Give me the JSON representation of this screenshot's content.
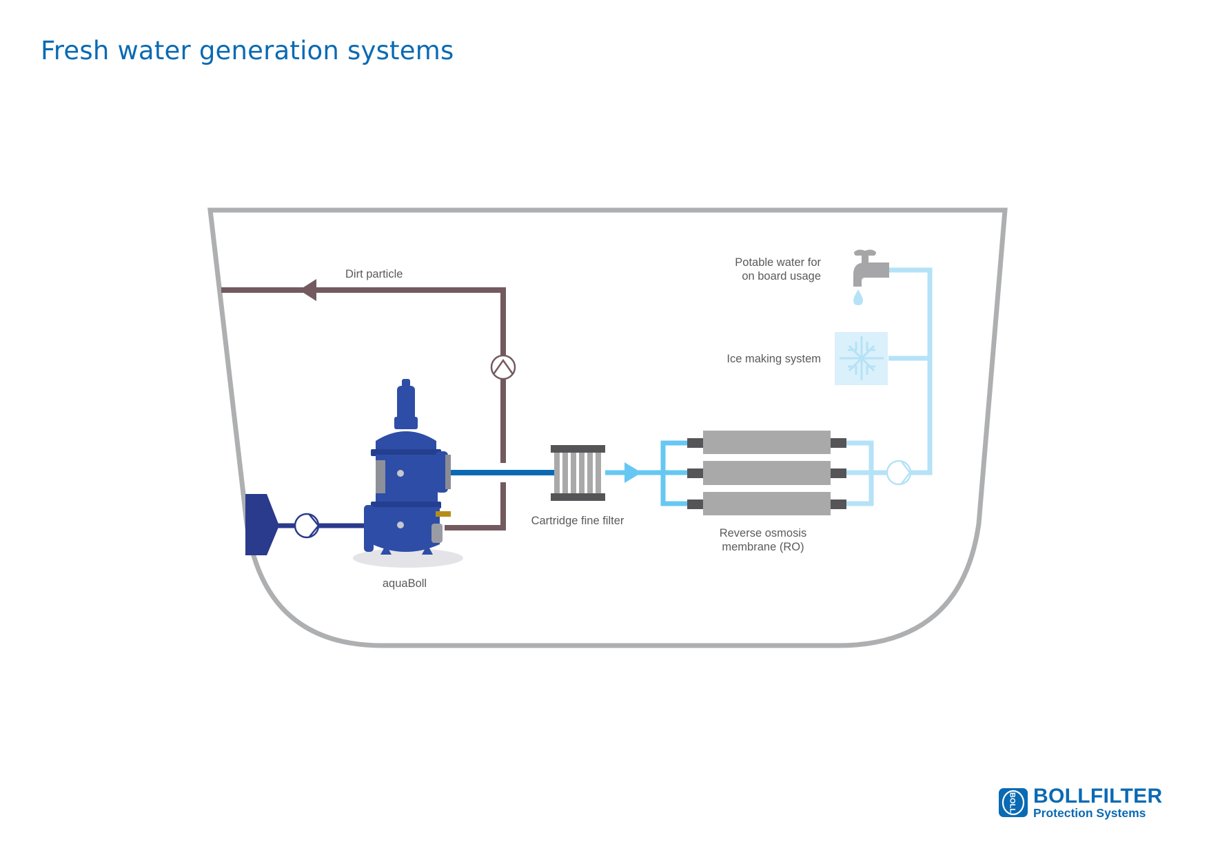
{
  "title": "Fresh water generation systems",
  "colors": {
    "title": "#0a6ab3",
    "hull": "#aeafb1",
    "dirt_line": "#735a5f",
    "seawater_line": "#2a3a8c",
    "filtered_line": "#0a6ab3",
    "fine_filtered_line": "#66c8f2",
    "fresh_water_line": "#b5e2f7",
    "ice_box": "#daf0fb",
    "ro_membrane": "#a9a9aa",
    "ro_connector": "#555557",
    "filter_cap": "#555557",
    "filter_slat": "#a9a9aa",
    "tap": "#a6a6a8",
    "label_text": "#5a5a5a",
    "filter_body": "#2e4da6",
    "logo": "#0a6ab3"
  },
  "labels": {
    "dirt_particle": "Dirt particle",
    "potable_water_line1": "Potable water for",
    "potable_water_line2": "on board usage",
    "ice_making": "Ice making system",
    "aquaboll": "aquaBoll",
    "cartridge_filter": "Cartridge fine filter",
    "ro_line1": "Reverse osmosis",
    "ro_line2": "membrane (RO)"
  },
  "logo": {
    "brand": "BOLLFILTER",
    "tagline": "Protection Systems",
    "badge_text": "BOLL"
  }
}
